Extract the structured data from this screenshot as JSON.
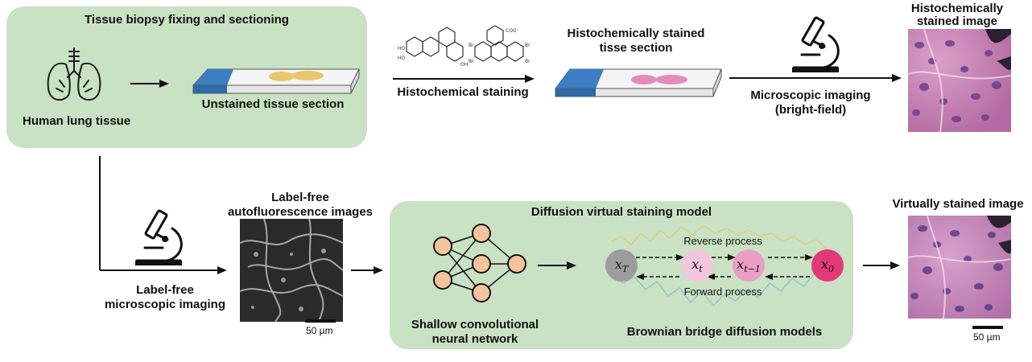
{
  "panel_top": {
    "title": "Tissue biopsy fixing and sectioning",
    "lung_label": "Human lung tissue",
    "section_label": "Unstained tissue section"
  },
  "top_flow": {
    "staining_label": "Histochemical staining",
    "stained_section_label_1": "Histochemically stained",
    "stained_section_label_2": "tisse section",
    "imaging_label_1": "Microscopic imaging",
    "imaging_label_2": "(bright-field)",
    "output_label_1": "Histochemically",
    "output_label_2": "stained image"
  },
  "bottom_flow": {
    "labelfree_label_1": "Label-free",
    "labelfree_label_2": "microscopic imaging",
    "autofluor_label_1": "Label-free",
    "autofluor_label_2": "autofluorescence images",
    "scalebar_left": "50 µm",
    "virtual_label": "Virtually stained image",
    "scalebar_right": "50 µm"
  },
  "model_panel": {
    "title": "Diffusion virtual staining model",
    "cnn_label_1": "Shallow convolutional",
    "cnn_label_2": "neural network",
    "bbdm_label": "Brownian bridge diffusion models",
    "reverse_label": "Reverse process",
    "forward_label": "Forward process",
    "nodes": [
      {
        "symbol": "x",
        "sub": "T",
        "color": "#9c9c9c"
      },
      {
        "symbol": "x",
        "sub": "t",
        "color": "#f2c6dc"
      },
      {
        "symbol": "x",
        "sub": "t−1",
        "color": "#ea9ec4"
      },
      {
        "symbol": "x",
        "sub": "0",
        "color": "#e23a75"
      }
    ]
  },
  "colors": {
    "panel_green": "#c8e2c3",
    "slide_blue": "#3b7ec4",
    "tissue_yellow": "#e8c66a",
    "tissue_pink": "#e68bbd",
    "neuron_orange": "#f6c49c",
    "he_pink": "#c77fb2",
    "he_purple": "#6b3f8e"
  },
  "icons": [
    "lung-icon",
    "microscope-icon",
    "chemical-structure-icon",
    "neural-network-icon"
  ]
}
